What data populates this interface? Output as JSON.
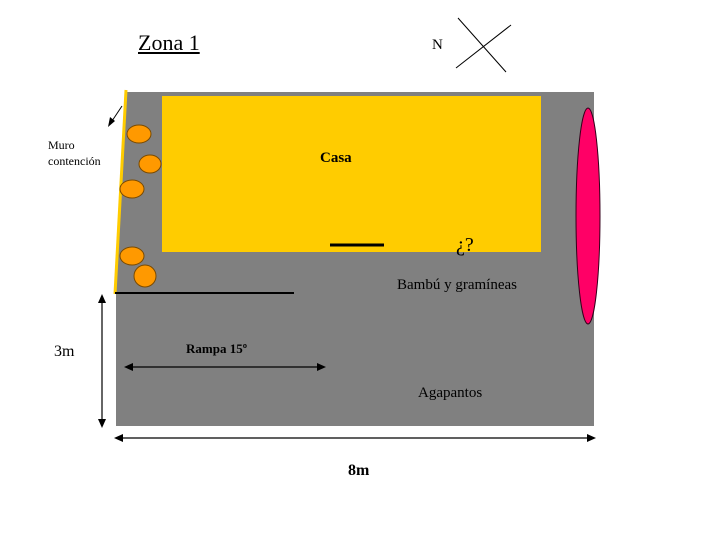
{
  "title": "Zona 1",
  "north_label": "N",
  "labels": {
    "muro_line1": "Muro",
    "muro_line2": "contención",
    "casa": "Casa",
    "question": "¿?",
    "bambu": "Bambú y gramíneas",
    "rampa": "Rampa 15º",
    "agapantos": "Agapantos"
  },
  "dimensions": {
    "height": "3m",
    "width": "8m"
  },
  "colors": {
    "ground": "#808080",
    "house": "#ffcc00",
    "wall_line": "#ffcc00",
    "shrubs": "#ff9900",
    "shrub_outline": "#7a4a00",
    "hedge": "#ff0066",
    "lines": "#000000"
  },
  "shrub_count": 5
}
